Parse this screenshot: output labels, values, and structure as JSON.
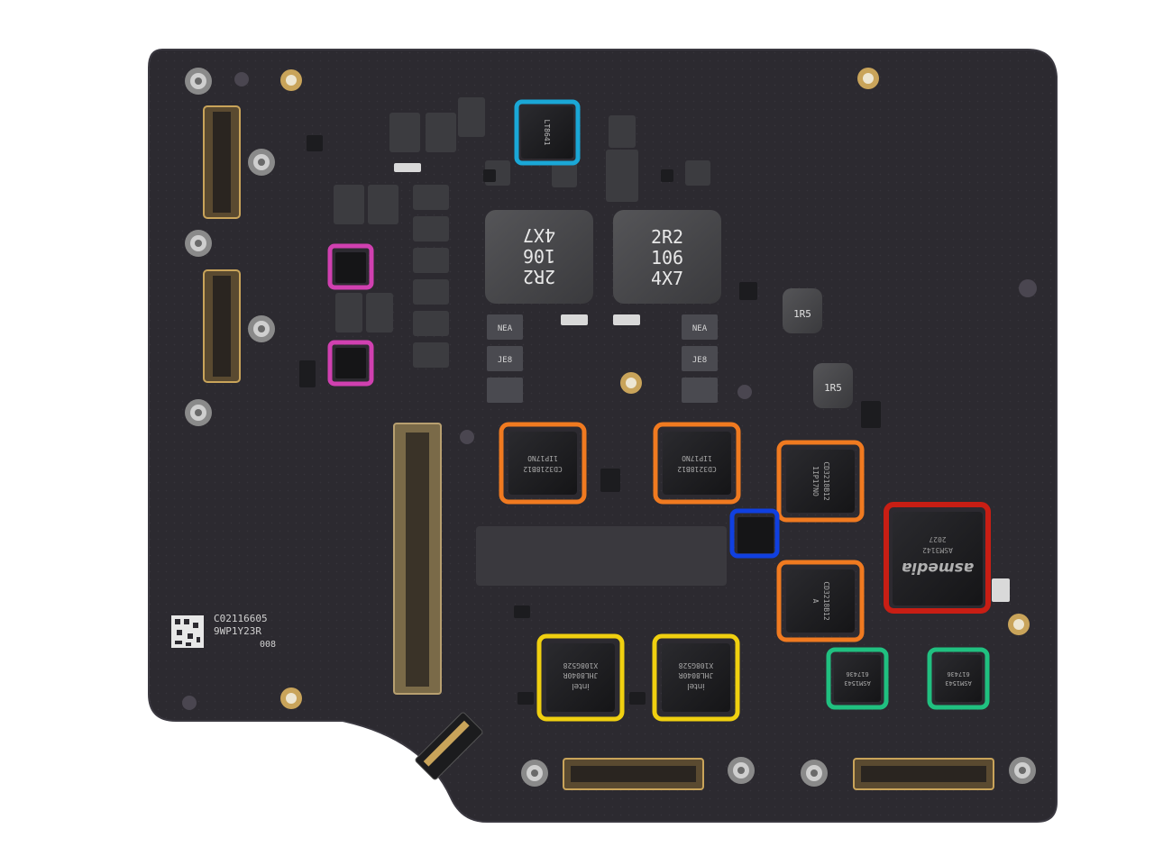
{
  "image": {
    "subject": "Circuit board",
    "colors": {
      "background": "#ffffff",
      "board": "#2c2a30",
      "board_edge": "#3a3840",
      "chip": "#1b1b1e",
      "chip_top": "#262629",
      "pad_gold": "#c9a45a",
      "screw_silver": "#b8b8b8",
      "marker_teal": "#1aa7d6",
      "marker_magenta": "#d040b0",
      "marker_orange": "#f07a20",
      "marker_blue": "#1040e0",
      "marker_red": "#c81e14",
      "marker_yellow": "#f0d010",
      "marker_green": "#20c080"
    }
  },
  "labels": {
    "serial_line1": "C02116605",
    "serial_line2": "9WP1Y23R",
    "serial_line3": "008",
    "inductor_left_l1": "2R2",
    "inductor_left_l2": "106",
    "inductor_left_l3": "4X7",
    "inductor_right_l1": "2R2",
    "inductor_right_l2": "106",
    "inductor_right_l3": "4X7",
    "small_inductor_1": "1R5",
    "small_inductor_2": "1R5",
    "cap_nea": "NEA",
    "cap_je8": "JE8",
    "asmedia_brand": "asmedia",
    "asmedia_part": "ASM3142",
    "asmedia_code": "2027",
    "ti_part": "CD3218B12",
    "ti_sub": "1IP17NO",
    "ti_rev": "A",
    "intel_brand": "intel",
    "intel_part": "JHL8040R",
    "intel_code": "X108G528",
    "asm_small_part": "ASM1543",
    "asm_small_code": "617436",
    "lt_part": "LT8641"
  }
}
